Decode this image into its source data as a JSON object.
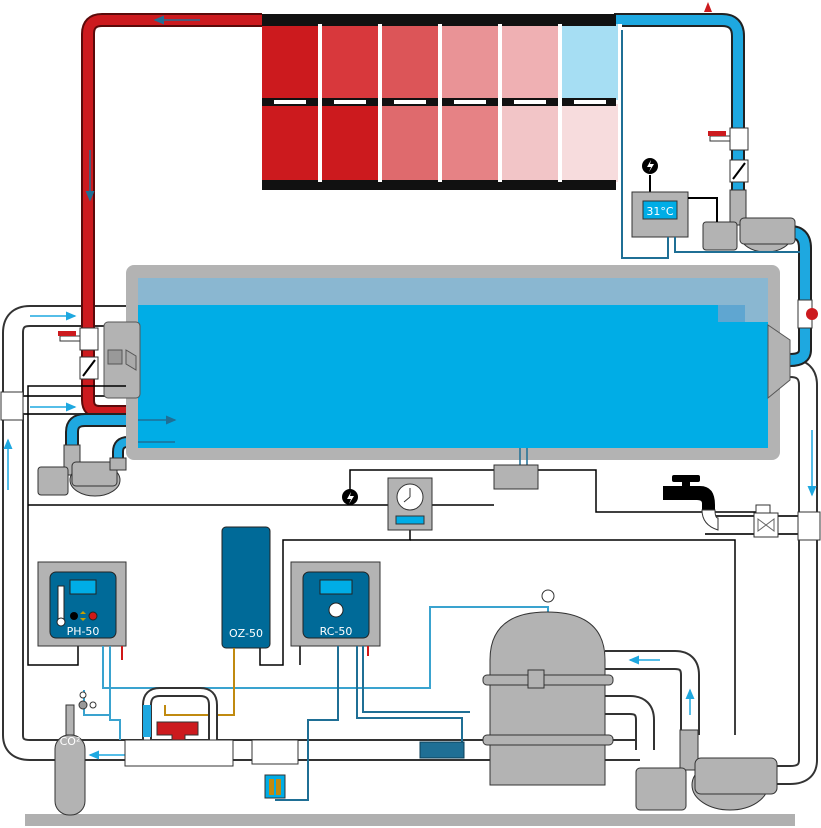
{
  "diagram": {
    "heater_controller": {
      "display": "31°C"
    },
    "ph_controller": {
      "label": "PH-50"
    },
    "ozone_generator": {
      "label": "OZ-50"
    },
    "chlorine_controller": {
      "label": "RC-50"
    },
    "co2_tank": {
      "label": "CO²"
    },
    "solar_panels": {
      "top_colors": [
        "#cc1a1e",
        "#d8383c",
        "#dc5558",
        "#e99396",
        "#efb0b3",
        "#a6def3"
      ],
      "bottom_colors": [
        "#cc1a1e",
        "#cc1a1e",
        "#df6a6d",
        "#e68285",
        "#f2c5c7",
        "#f7dcdd"
      ]
    },
    "colors": {
      "hot_pipe": "#cc1a1e",
      "cold_pipe": "#1ea8e0",
      "pool_water": "#00ade6",
      "equipment_gray": "#b3b3b3",
      "controller_blue": "#006a98",
      "flow_arrow": "#1ea8e0"
    },
    "icons": [
      "solar-panel-icon",
      "pump-icon",
      "filter-tank-icon",
      "faucet-icon",
      "valve-icon",
      "power-icon",
      "clock-icon",
      "pressure-gauge-icon",
      "co2-cylinder-icon"
    ]
  }
}
